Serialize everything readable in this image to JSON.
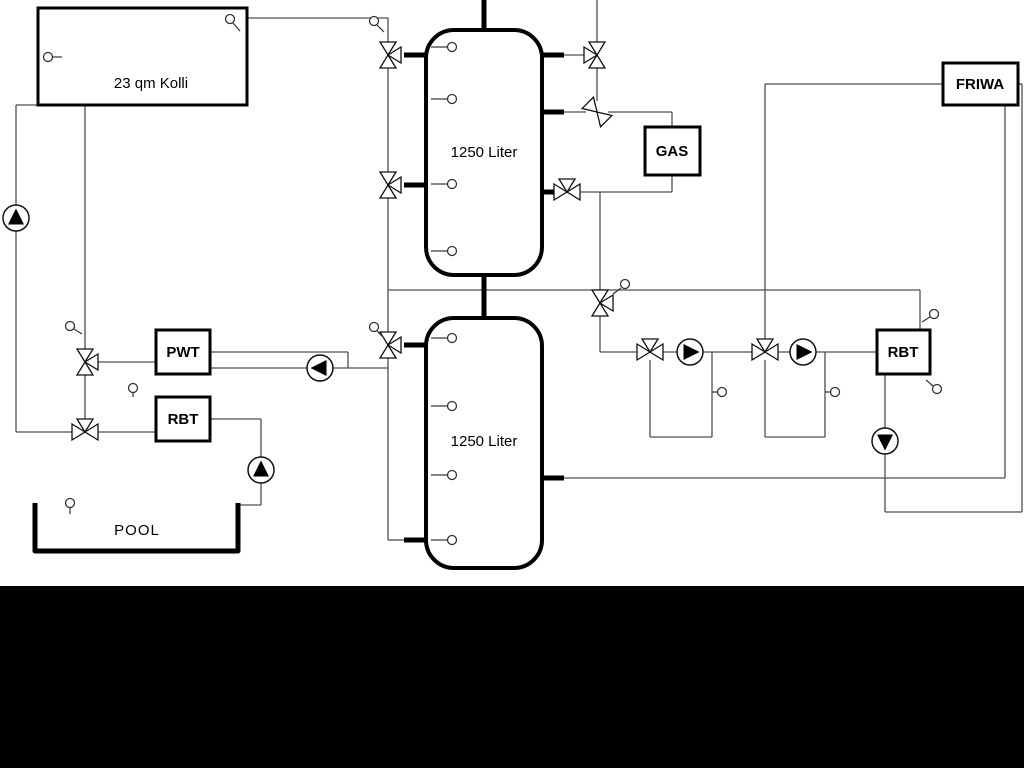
{
  "diagram": {
    "collector": {
      "label": "23 qm Kolli"
    },
    "tank_top": {
      "label": "1250 Liter"
    },
    "tank_bottom": {
      "label": "1250 Liter"
    },
    "pwt": {
      "label": "PWT"
    },
    "rbt_left": {
      "label": "RBT"
    },
    "rbt_right": {
      "label": "RBT"
    },
    "gas": {
      "label": "GAS"
    },
    "friwa": {
      "label": "FRIWA"
    },
    "pool": {
      "label": "POOL"
    },
    "colors": {
      "background": "#ffffff",
      "letterbox": "#000000",
      "pipe_thin": "#4f4f4f",
      "pipe_thick": "#000000",
      "symbol_stroke": "#111111"
    }
  }
}
